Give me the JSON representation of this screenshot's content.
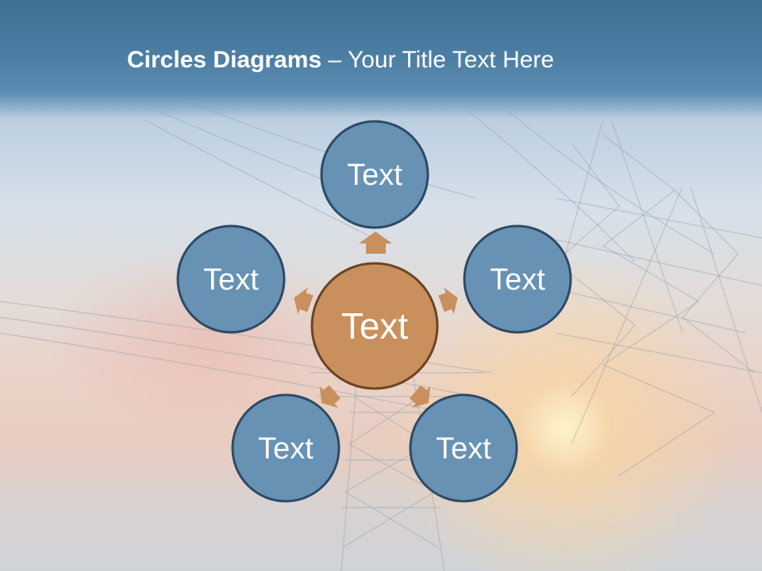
{
  "slide": {
    "title_bold": "Circles Diagrams",
    "title_dash": " – ",
    "title_rest": "Your Title Text Here"
  },
  "diagram": {
    "center_label": "Text",
    "outer_labels": [
      "Text",
      "Text",
      "Text",
      "Text",
      "Text"
    ]
  },
  "colors": {
    "outer_fill": "#6792b4",
    "outer_stroke": "#2d4a66",
    "center_fill": "#c98f5d",
    "center_stroke": "#6b4522",
    "arrow_fill": "#c98f5d"
  }
}
